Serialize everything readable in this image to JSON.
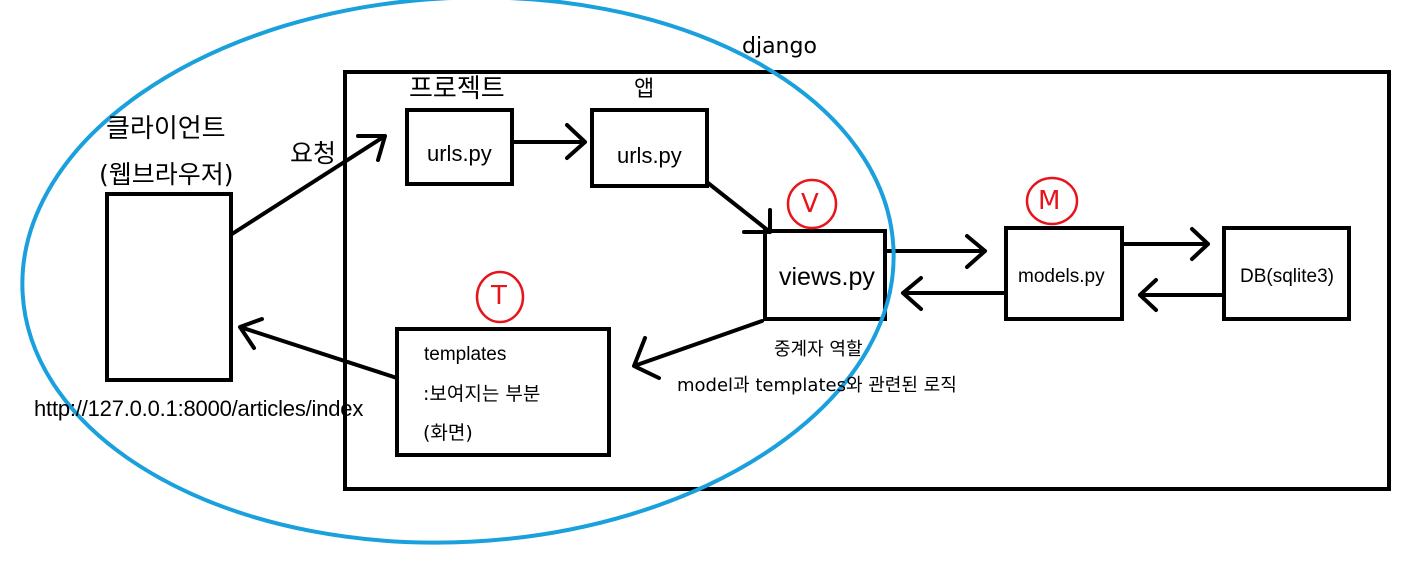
{
  "django_label": "django",
  "client": {
    "title": "클라이언트",
    "subtitle": "(웹브라우저)",
    "url": "http://127.0.0.1:8000/articles/index"
  },
  "request_label": "요청",
  "project_label": "프로젝트",
  "app_label": "앱",
  "boxes": {
    "project_urls": "urls.py",
    "app_urls": "urls.py",
    "views": "views.py",
    "models": "models.py",
    "db": "DB(sqlite3)",
    "templates_line1": "templates",
    "templates_line2": ":보여지는 부분",
    "templates_line3": "(화면)"
  },
  "views_note": {
    "line1": "중계자 역할",
    "line2": "model과 templates와 관련된 로직"
  },
  "marks": {
    "v": "V",
    "m": "M",
    "t": "T"
  },
  "colors": {
    "ellipse": "#1aa0dc",
    "mark": "#e8141b",
    "stroke": "#000000"
  }
}
